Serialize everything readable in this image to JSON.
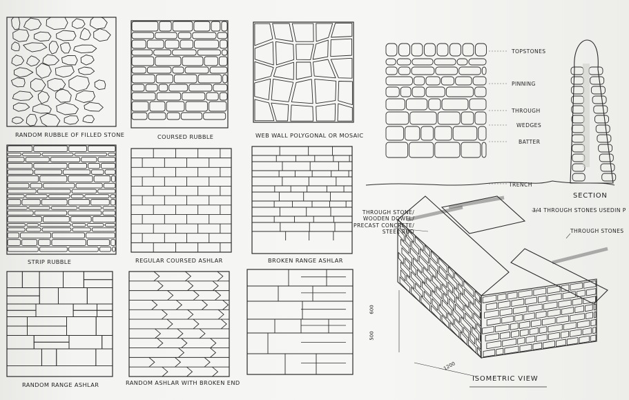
{
  "panels": [
    {
      "id": "random-rubble",
      "label": "RANDOM RUBBLE OF FILLED STONE",
      "pattern": "rubble"
    },
    {
      "id": "coursed-rubble",
      "label": "COURSED RUBBLE",
      "pattern": "coursed"
    },
    {
      "id": "polygonal",
      "label": "WEB WALL POLYGONAL OR MOSAIC",
      "pattern": "polygonal"
    },
    {
      "id": "strip-rubble",
      "label": "STRIP RUBBLE",
      "pattern": "strip"
    },
    {
      "id": "regular-ashlar",
      "label": "REGULAR COURSED ASHLAR",
      "pattern": "regular"
    },
    {
      "id": "broken-range",
      "label": "BROKEN RANGE ASHLAR",
      "pattern": "broken"
    },
    {
      "id": "random-range",
      "label": "RANDOM RANGE ASHLAR",
      "pattern": "randomrange"
    },
    {
      "id": "broken-end",
      "label": "RANDOM ASHLAR WITH BROKEN END",
      "pattern": "brokenend"
    },
    {
      "id": "large-block",
      "label": "",
      "pattern": "large"
    }
  ],
  "elevation": {
    "labels": {
      "topstones": "TOPSTONES",
      "pinning": "PINNING",
      "through": "THROUGH",
      "wedges": "WEDGES",
      "batter": "BATTER",
      "trench": "TRENCH"
    },
    "section_label": "SECTION"
  },
  "isometric": {
    "title": "ISOMETRIC VIEW",
    "left_note": "THROUGH STONE/\nWOODEN DOWEL/\nPRECAST CONCRETE/\nSTEEL ROD",
    "right_note_1": "3/4 THROUGH STONES USEDIN P",
    "right_note_2": "THROUGH STONES",
    "dim_600": "600",
    "dim_500": "500",
    "dim_1200": "1200"
  }
}
